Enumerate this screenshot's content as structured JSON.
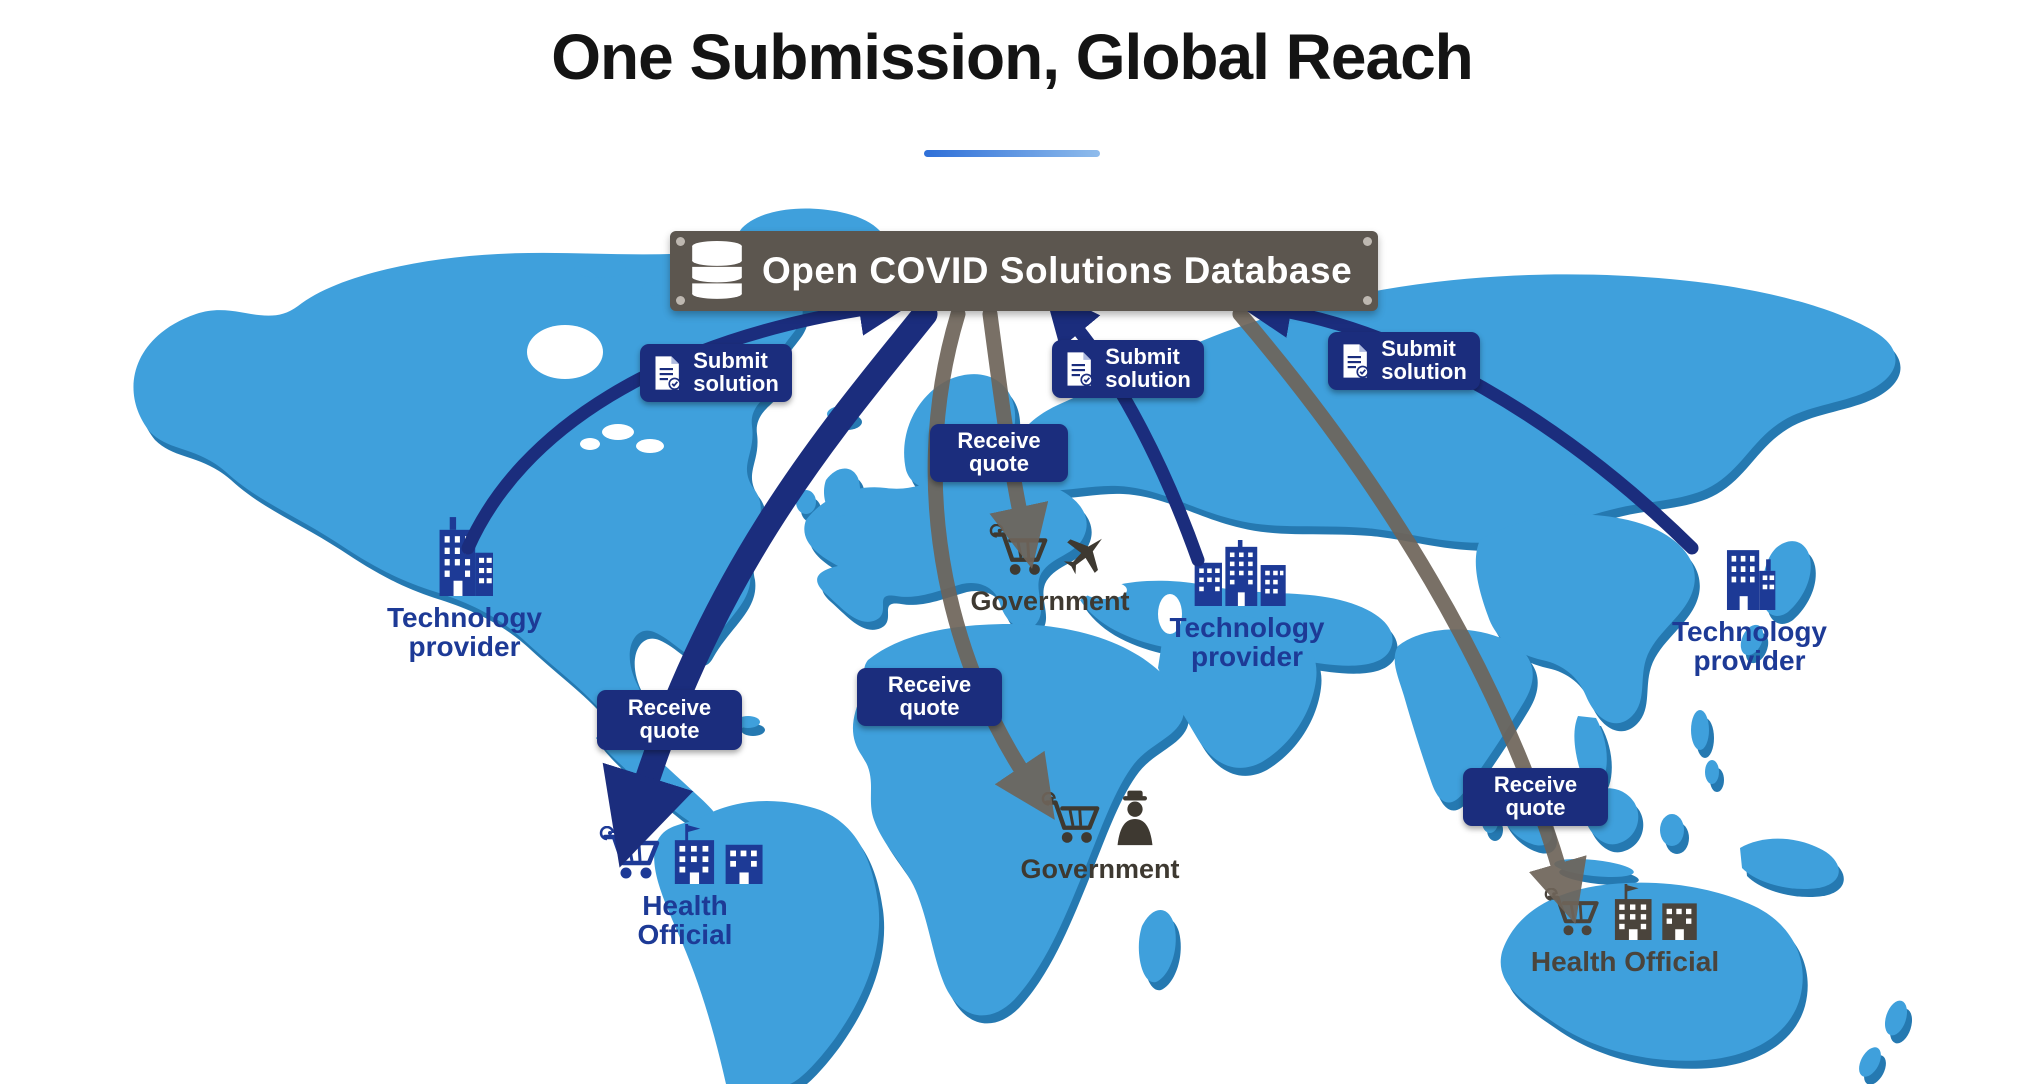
{
  "title": "One Submission, Global Reach",
  "database_banner": {
    "label": "Open COVID Solutions Database"
  },
  "badge_labels": {
    "submit": {
      "line1": "Submit",
      "line2": "solution"
    },
    "receive": {
      "line1": "Receive",
      "line2": "quote"
    }
  },
  "actors": {
    "tech_provider_left": {
      "line1": "Technology",
      "line2": "provider"
    },
    "tech_provider_middle": {
      "line1": "Technology",
      "line2": "provider"
    },
    "tech_provider_right": {
      "line1": "Technology",
      "line2": "provider"
    },
    "government_europe": {
      "label": "Government"
    },
    "government_africa": {
      "label": "Government"
    },
    "health_official_south_america": {
      "line1": "Health",
      "line2": "Official"
    },
    "health_official_australia": {
      "label": "Health Official"
    }
  },
  "icons": {
    "database": "database-icon",
    "document": "document-check-icon",
    "building": "office-building-icon",
    "city": "city-buildings-icon",
    "cart": "shopping-cart-icon",
    "plane": "airplane-icon",
    "official": "official-person-icon",
    "hospital": "hospital-buildings-icon"
  },
  "colors": {
    "map_fill": "#3FA0DC",
    "map_shadow": "#2579B1",
    "badge_navy": "#1B2D7D",
    "banner_gray": "#5C564F",
    "arrow_navy": "#1B2D7D",
    "arrow_gray": "#6E6459",
    "tech_label_blue": "#1D3A96",
    "gov_label_dark": "#3E3931",
    "underline_gradient_start": "#2E6FD8",
    "underline_gradient_end": "#8FBCEC"
  }
}
